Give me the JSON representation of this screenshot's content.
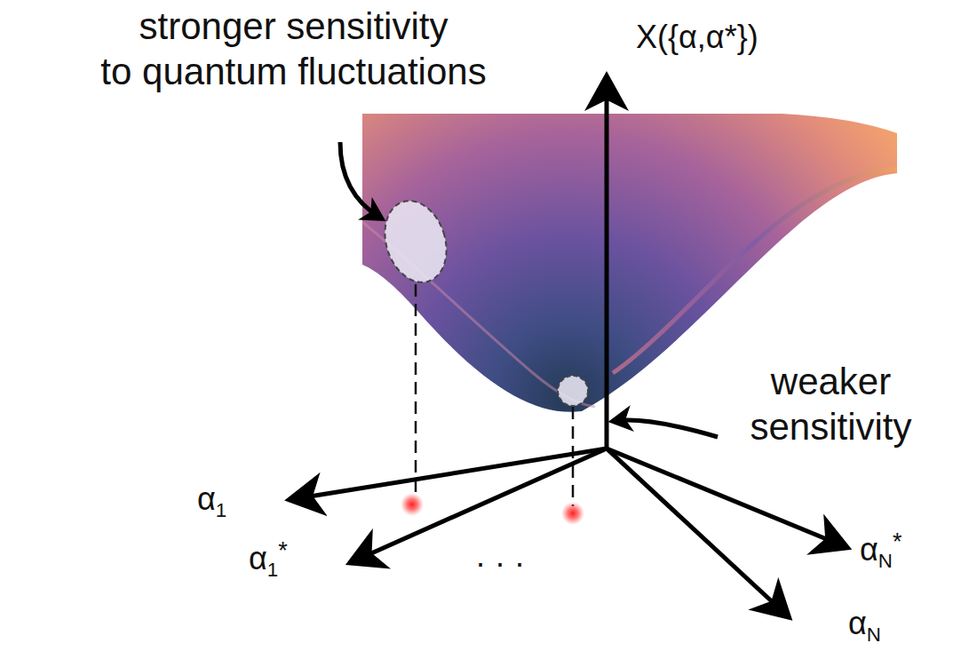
{
  "diagram": {
    "labels": [
      "stronger sensitivity to quantum fluctuations",
      "X({α,α*})",
      "weaker sensitivity",
      "α1",
      "α1*",
      "· · ·",
      "αN*",
      "αN"
    ]
  }
}
